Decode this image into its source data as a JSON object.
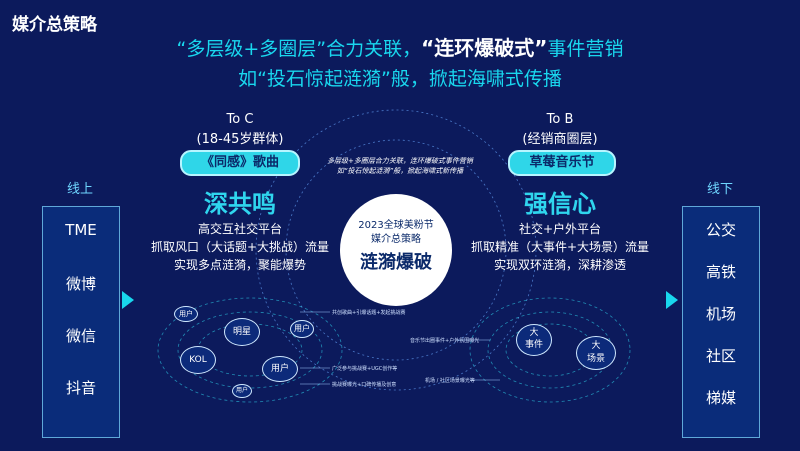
{
  "page_title": "媒介总策略",
  "headline": {
    "line1_a": "“多层级+多圈层”合力关联，",
    "line1_b": "“连环爆破式”",
    "line1_c": "事件营销",
    "line2": "如“投石惊起涟漪”般，掀起海啸式传播"
  },
  "online": {
    "label": "线上",
    "items": [
      "TME",
      "微博",
      "微信",
      "抖音"
    ]
  },
  "offline": {
    "label": "线下",
    "items": [
      "公交",
      "高铁",
      "机场",
      "社区",
      "梯媒"
    ]
  },
  "to_c": {
    "title": "To C",
    "subtitle": "(18-45岁群体)",
    "pill": "《同感》歌曲",
    "big": "深共鸣",
    "desc": [
      "高交互社交平台",
      "抓取风口（大话题+大挑战）流量",
      "实现多点涟漪，聚能爆势"
    ]
  },
  "to_b": {
    "title": "To B",
    "subtitle": "(经销商圈层)",
    "pill": "草莓音乐节",
    "big": "强信心",
    "desc": [
      "社交+户外平台",
      "抓取精准（大事件+大场景）流量",
      "实现双环涟漪，深耕渗透"
    ]
  },
  "center": {
    "line1": "2023全球美粉节",
    "line2": "媒介总策略",
    "big": "涟漪爆破",
    "tagline1": "多层级+多圈层合力关联，连环爆破式事件营销",
    "tagline2": "如“投石惊起涟漪”般，掀起海啸式新传播"
  },
  "left_nodes": [
    "用户",
    "明星",
    "用户",
    "KOL",
    "用户",
    "用户"
  ],
  "right_nodes": [
    "大\n事件",
    "大\n场景"
  ],
  "callouts_left": [
    "共创歌曲+引爆话题+发起挑战赛",
    "广泛参与挑战赛+UGC创作等",
    "挑战赛曝光+口碑传播及创意"
  ],
  "callouts_right": [
    "音乐节出圈事件+户外氛围曝光",
    "机场 / 社区场景曝光等"
  ],
  "colors": {
    "background": "#0c1a5c",
    "accent": "#19d7ee",
    "white": "#ffffff"
  }
}
